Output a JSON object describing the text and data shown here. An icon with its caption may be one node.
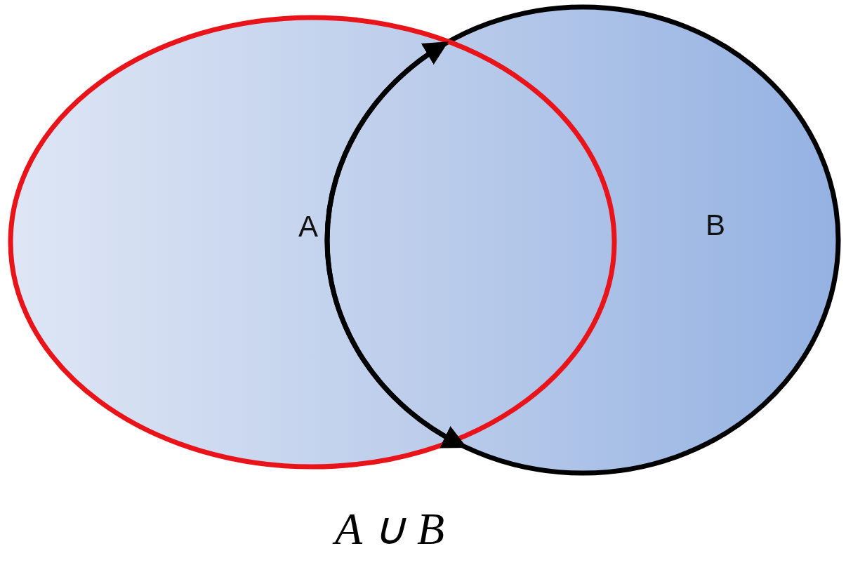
{
  "diagram": {
    "caption": "A ∪ B",
    "nodes": [
      {
        "text": [
          "A"
        ]
      },
      {
        "text": [
          "B"
        ]
      }
    ]
  }
}
